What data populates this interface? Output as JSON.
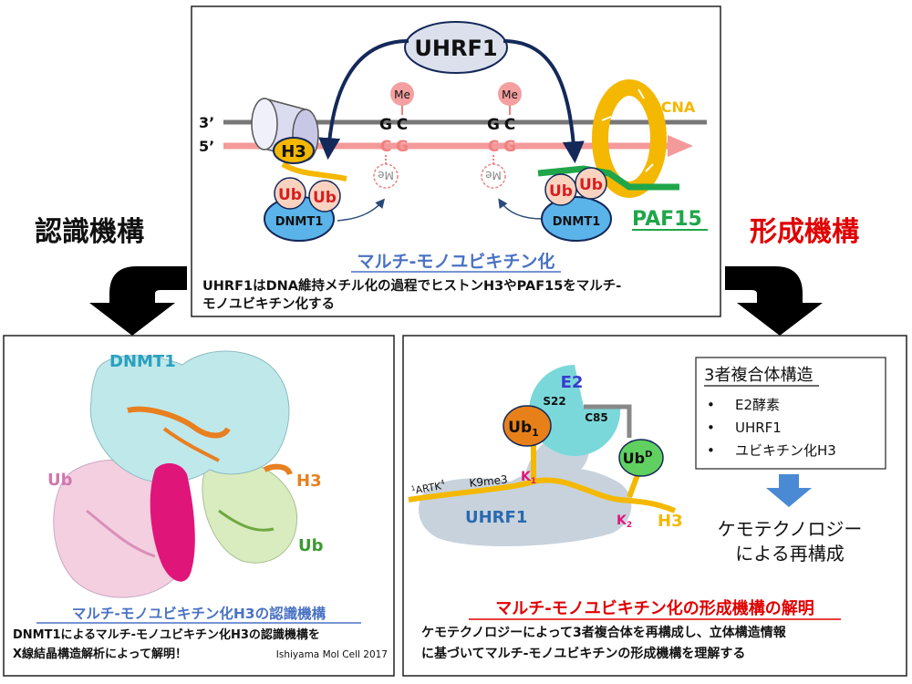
{
  "top_panel": {
    "uhrf1": "UHRF1",
    "strand_3": "3’",
    "strand_5": "5’",
    "h3": "H3",
    "ub": "Ub",
    "dnmt1": "DNMT1",
    "me": "Me",
    "base_g": "G",
    "base_c": "C",
    "pcna": "PCNA",
    "paf15": "PAF15",
    "title": "マルチ-モノユビキチン化",
    "caption_line1": "UHRF1はDNA維持メチル化の過程でヒストンH3やPAF15をマルチ-",
    "caption_line2": "モノユビキチン化する"
  },
  "side_labels": {
    "left": "認識機構",
    "right": "形成機構"
  },
  "bottom_left": {
    "dnmt1": "DNMT1",
    "ub_left": "Ub",
    "h3": "H3",
    "ub_right": "Ub",
    "title": "マルチ-モノユビキチン化H3の認識機構",
    "caption_line1": "DNMT1によるマルチ-モノユビキチン化H3の認識機構を",
    "caption_line2": "X線結晶構造解析によって解明！",
    "citation": "Ishiyama Mol Cell 2017"
  },
  "bottom_right": {
    "e2": "E2",
    "s22": "S22",
    "c85": "C85",
    "ub1": "Ub",
    "ub1_sub": "1",
    "ubd": "Ub",
    "ubd_sup": "D",
    "artk": "ARTK",
    "artk_pre": "1",
    "artk_sup": "4",
    "k9me3": "K9me3",
    "k1": "K",
    "k1_sub": "1",
    "k2": "K",
    "k2_sub": "2",
    "uhrf1": "UHRF1",
    "h3": "H3",
    "box_title": "3者複合体構造",
    "box_items": [
      "E2酵素",
      "UHRF1",
      "ユビキチン化H3"
    ],
    "recon_line1": "ケモテクノロジー",
    "recon_line2": "による再構成",
    "title": "マルチ-モノユビキチン化の形成機構の解明",
    "caption_line1": "ケモテクノロジーによって3者複合体を再構成し、立体構造情報",
    "caption_line2": "に基づいてマルチ-モノユビキチンの形成機構を理解する"
  },
  "colors": {
    "navy": "#14285a",
    "pink": "#f08080",
    "ub_fill": "#fad3c0",
    "ub_text": "#d62020",
    "dnmt1_fill": "#5ab4ea",
    "pcna": "#f4b800",
    "paf15": "#1fa64a",
    "title_blue": "#4a72c4",
    "title_red": "#e00000",
    "magenta": "#e0157a",
    "e2_fill": "#7ad8da",
    "arrow_blue": "#4a8ad4"
  }
}
